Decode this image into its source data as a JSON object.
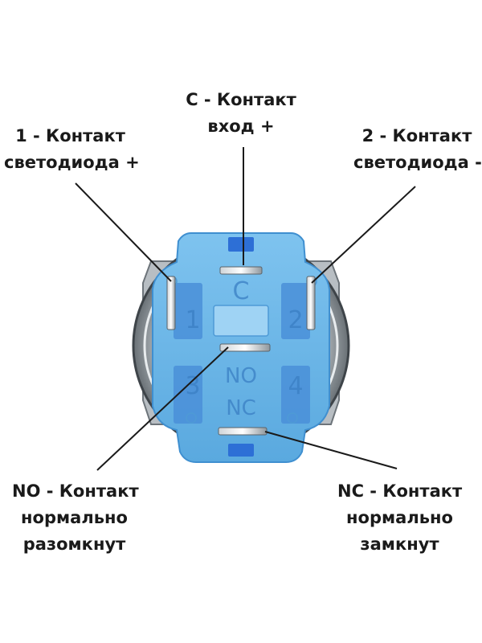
{
  "labels": {
    "c": {
      "line1": "C - Контакт",
      "line2": "вход +"
    },
    "one": {
      "line1": "1 - Контакт",
      "line2": "светодиода +"
    },
    "two": {
      "line1": "2 - Контакт",
      "line2": "светодиода -"
    },
    "no": {
      "line1": "NO - Контакт",
      "line2": "нормально",
      "line3": "разомкнут"
    },
    "nc": {
      "line1": "NC - Контакт",
      "line2": "нормально",
      "line3": "замкнут"
    }
  },
  "switch_markings": {
    "c": "C",
    "one": "1",
    "two": "2",
    "three": "3",
    "four": "4",
    "no": "NO",
    "nc": "NC"
  },
  "colors": {
    "body_blue": "#6fb7e8",
    "body_blue_dark": "#3f8fd0",
    "terminal_accent": "#2d6fd6",
    "metal": "#9aa3aa",
    "leader_line": "#1a1a1a"
  }
}
